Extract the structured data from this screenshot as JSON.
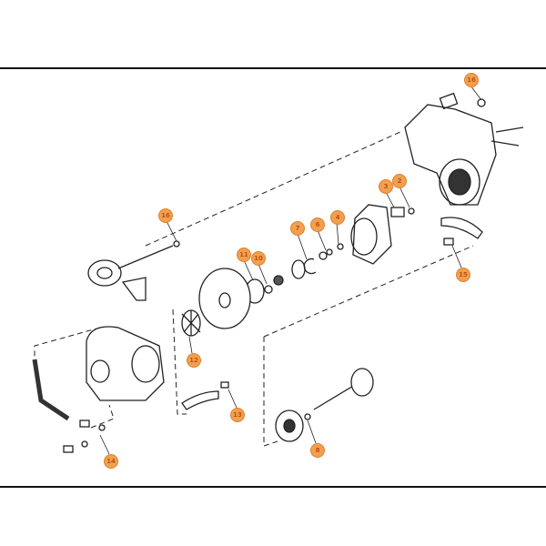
{
  "diagram": {
    "accent_color": "#f0a050",
    "callouts": [
      {
        "id": "c16a",
        "label": "16"
      },
      {
        "id": "c16b",
        "label": "16"
      },
      {
        "id": "c11",
        "label": "11"
      },
      {
        "id": "c10",
        "label": "10"
      },
      {
        "id": "c7",
        "label": "7"
      },
      {
        "id": "c6",
        "label": "6"
      },
      {
        "id": "c4",
        "label": "4"
      },
      {
        "id": "c3",
        "label": "3"
      },
      {
        "id": "c2",
        "label": "2"
      },
      {
        "id": "c15",
        "label": "15"
      },
      {
        "id": "c12",
        "label": "12"
      },
      {
        "id": "c13",
        "label": "13"
      },
      {
        "id": "c14",
        "label": "14"
      },
      {
        "id": "c8",
        "label": "8"
      }
    ]
  }
}
